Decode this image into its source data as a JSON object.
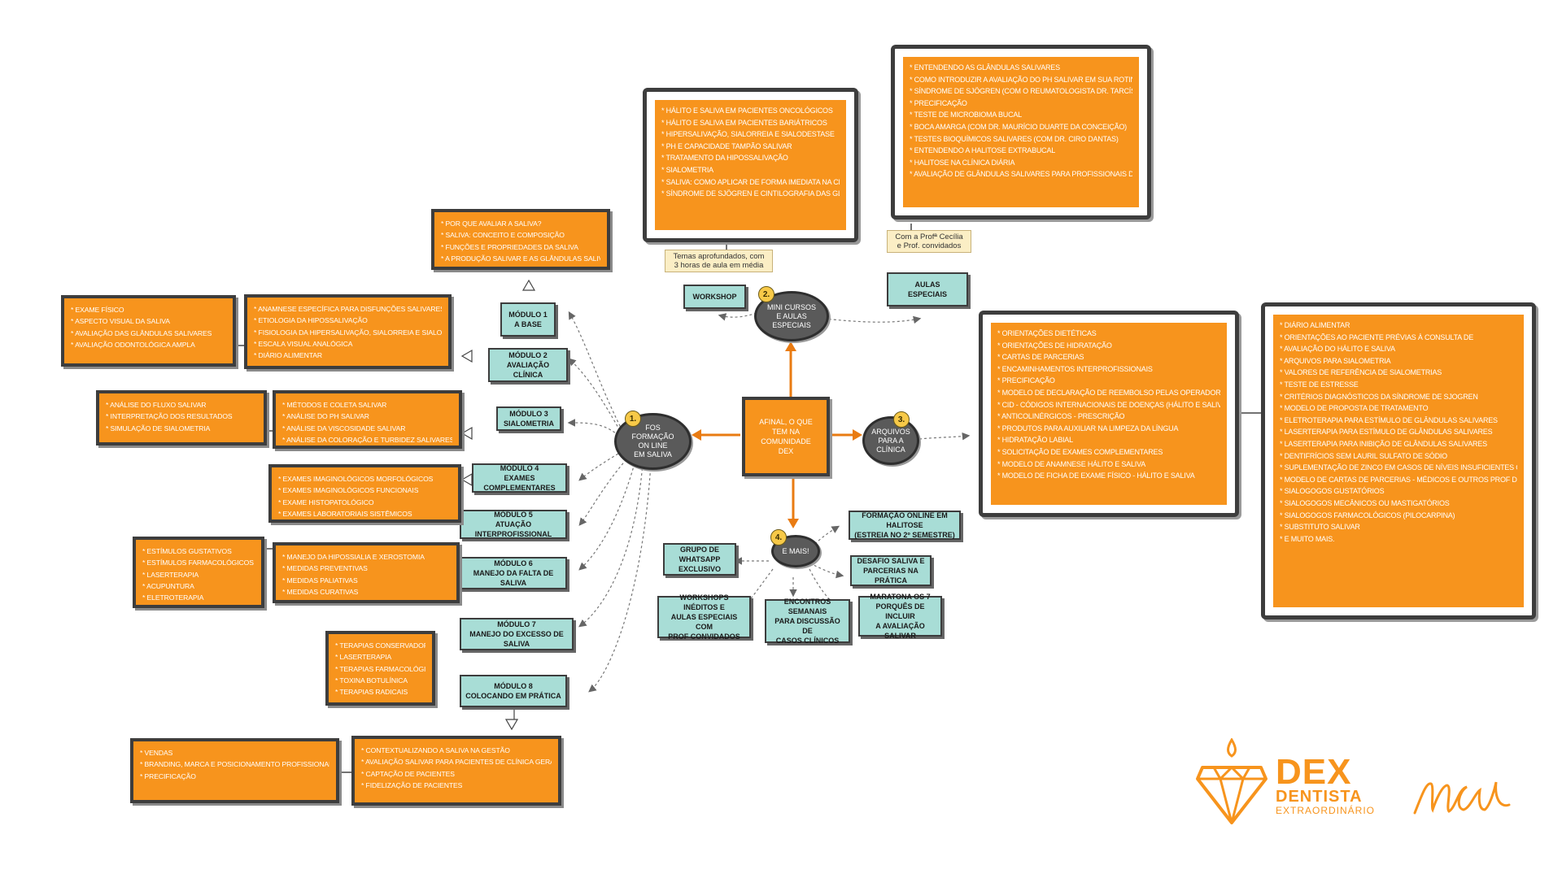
{
  "colors": {
    "orange": "#f7941d",
    "teal": "#a8ddd6",
    "dark": "#3d3d3d",
    "hub": "#5a5a5a"
  },
  "center": {
    "label": "AFINAL, O QUE\nTEM NA\nCOMUNIDADE\nDEX"
  },
  "hubs": {
    "hub1": {
      "num": "1.",
      "label": "FOS\nFORMAÇÃO\nON LINE\nEM SALIVA"
    },
    "hub2": {
      "num": "2.",
      "label": "MINI CURSOS\nE AULAS ESPECIAIS"
    },
    "hub3": {
      "num": "3.",
      "label": "ARQUIVOS\nPARA A\nCLÍNICA"
    },
    "hub4": {
      "num": "4.",
      "label": "E MAIS!"
    }
  },
  "modules": [
    {
      "label": "MÓDULO 1\nA BASE"
    },
    {
      "label": "MÓDULO 2\nAVALIAÇÃO CLÍNICA"
    },
    {
      "label": "MÓDULO 3\nSIALOMETRIA"
    },
    {
      "label": "MÓDULO 4\nEXAMES COMPLEMENTARES"
    },
    {
      "label": "MÓDULO 5\nATUAÇÃO INTERPROFISSIONAL"
    },
    {
      "label": "MÓDULO 6\nMANEJO DA FALTA DE SALIVA"
    },
    {
      "label": "MÓDULO 7\nMANEJO DO EXCESSO DE SALIVA"
    },
    {
      "label": "MÓDULO 8\nCOLOCANDO EM PRÁTICA"
    }
  ],
  "lists": {
    "m1": [
      "POR QUE AVALIAR A SALIVA?",
      "SALIVA: CONCEITO E COMPOSIÇÃO",
      "FUNÇÕES E PROPRIEDADES DA SALIVA",
      "A PRODUÇÃO SALIVAR E AS GLÂNDULAS SALIVARES"
    ],
    "m2a": [
      "ANAMNESE ESPECÍFICA PARA DISFUNÇÕES SALIVARES",
      "ETIOLOGIA DA HIPOSSALIVAÇÃO",
      "FISIOLOGIA DA HIPERSALIVAÇÃO, SIALORREIA E SIALODESTASE",
      "ESCALA VISUAL ANALÓGICA",
      "DIÁRIO ALIMENTAR"
    ],
    "m2b": [
      "EXAME FÍSICO",
      "ASPECTO VISUAL DA SALIVA",
      "AVALIAÇÃO DAS GLÂNDULAS SALIVARES",
      "AVALIAÇÃO ODONTOLÓGICA AMPLA"
    ],
    "m3a": [
      "MÉTODOS E COLETA SALIVAR",
      "ANÁLISE DO PH SALIVAR",
      "ANÁLISE DA VISCOSIDADE SALIVAR",
      "ANÁLISE DA COLORAÇÃO E TURBIDEZ SALIVARES"
    ],
    "m3b": [
      "ANÁLISE DO FLUXO SALIVAR",
      "INTERPRETAÇÃO DOS RESULTADOS",
      "SIMULAÇÃO DE SIALOMETRIA"
    ],
    "m4": [
      "EXAMES IMAGINOLÓGICOS MORFOLÓGICOS",
      "EXAMES IMAGINOLÓGICOS FUNCIONAIS",
      "EXAME HISTOPATOLÓGICO",
      "EXAMES LABORATORIAIS SISTÊMICOS"
    ],
    "m6a": [
      "MANEJO DA HIPOSSIALIA E XEROSTOMIA",
      "MEDIDAS PREVENTIVAS",
      "MEDIDAS PALIATIVAS",
      "MEDIDAS CURATIVAS"
    ],
    "m6b": [
      "ESTÍMULOS GUSTATIVOS",
      "ESTÍMULOS FARMACOLÓGICOS",
      "LASERTERAPIA",
      "ACUPUNTURA",
      "ELETROTERAPIA"
    ],
    "m7": [
      "TERAPIAS CONSERVADORAS",
      "LASERTERAPIA",
      "TERAPIAS FARMACOLÓGICAS",
      "TOXINA BOTULÍNICA",
      "TERAPIAS RADICAIS"
    ],
    "m8a": [
      "CONTEXTUALIZANDO A SALIVA NA GESTÃO",
      "AVALIAÇÃO SALIVAR PARA PACIENTES DE CLÍNICA GERAL",
      "CAPTAÇÃO DE PACIENTES",
      "FIDELIZAÇÃO DE PACIENTES"
    ],
    "m8b": [
      "VENDAS",
      "BRANDING, MARCA E POSICIONAMENTO PROFISSIONAL",
      "PRECIFICAÇÃO"
    ]
  },
  "workshop": {
    "label": "WORKSHOP",
    "note": "Temas aprofundados, com\n3 horas de aula em média",
    "items": [
      "HÁLITO E SALIVA EM PACIENTES ONCOLÓGICOS",
      "HÁLITO E SALIVA EM PACIENTES BARIÁTRICOS",
      "HIPERSALIVAÇÃO, SIALORREIA E SIALODESTASE",
      "PH E CAPACIDADE TAMPÃO SALIVAR",
      "TRATAMENTO DA HIPOSSALIVAÇÃO",
      "SIALOMETRIA",
      "SALIVA: COMO APLICAR DE FORMA IMEDIATA  NA CLÍNICA DIÁRIA",
      "SÍNDROME DE SJÖGREN E CINTILOGRAFIA DAS GLÂNDULAS SALIVARES"
    ]
  },
  "aulas": {
    "label": "AULAS\nESPECIAIS",
    "note": "Com a Profª Cecília\ne Prof. convidados",
    "items": [
      "ENTENDENDO AS GLÂNDULAS SALIVARES",
      "COMO INTRODUZIR A AVALIAÇÃO DO PH SALIVAR EM SUA ROTINA CLÍNICA",
      "SÍNDROME DE SJÖGREN (COM O REUMATOLOGISTA DR. TARCÍSIO MACHADO)",
      "PRECIFICAÇÃO",
      "TESTE DE MICROBIOMA BUCAL",
      "BOCA AMARGA (COM DR. MAURÍCIO DUARTE DA CONCEIÇÃO)",
      "TESTES BIOQUÍMICOS SALIVARES (COM DR. CIRO DANTAS)",
      "ENTENDENDO A HALITOSE EXTRABUCAL",
      "HALITOSE NA CLÍNICA DIÁRIA",
      "AVALIAÇÃO DE GLÂNDULAS SALIVARES PARA PROFISSIONAIS DE SAÚDE"
    ]
  },
  "arquivos1": [
    "ORIENTAÇÕES DIETÉTICAS",
    "ORIENTAÇÕES DE HIDRATAÇÃO",
    "CARTAS DE PARCERIAS",
    "ENCAMINHAMENTOS INTERPROFISSIONAIS",
    "PRECIFICAÇÃO",
    "MODELO DE DECLARAÇÃO DE REEMBOLSO PELAS OPERADORAS DE SAÚDE",
    "CID - CÓDIGOS INTERNACIONAIS DE DOENÇAS (HÁLITO E SALIVA)",
    "ANTICOLINÉRGICOS - PRESCRIÇÃO",
    "PRODUTOS PARA AUXILIAR NA LIMPEZA DA LÍNGUA",
    "HIDRATAÇÃO LABIAL",
    "SOLICITAÇÃO DE EXAMES COMPLEMENTARES",
    "MODELO DE ANAMNESE HÁLITO E SALIVA",
    "MODELO DE FICHA DE EXAME FÍSICO - HÁLITO E SALIVA"
  ],
  "arquivos2": [
    "DIÁRIO ALIMENTAR",
    "ORIENTAÇÕES AO PACIENTE PRÉVIAS À CONSULTA DE",
    "AVALIAÇÃO DO HÁLITO E SALIVA",
    "ARQUIVOS PARA SIALOMETRIA",
    "VALORES DE REFERÊNCIA DE SIALOMETRIAS",
    "TESTE DE ESTRESSE",
    "CRITÉRIOS DIAGNÓSTICOS DA SÍNDROME DE SJOGREN",
    "MODELO DE PROPOSTA DE TRATAMENTO",
    "ELETROTERAPIA PARA ESTÍMULO DE GLÂNDULAS SALIVARES",
    "LASERTERAPIA PARA ESTÍMULO DE GLÂNDULAS SALIVARES",
    "LASERTERAPIA PARA INIBIÇÃO DE GLÂNDULAS SALIVARES",
    "DENTIFRÍCIOS SEM LAURIL SULFATO DE SÓDIO",
    "SUPLEMENTAÇÃO DE ZINCO EM CASOS DE NÍVEIS INSUFICIENTES OU DISGEUSIA",
    "MODELO DE CARTAS DE PARCERIAS - MÉDICOS E OUTROS PROF DE SAÚDE",
    "SIALOGOGOS GUSTATÓRIOS",
    "SIALOGOGOS MECÂNICOS OU MASTIGATÓRIOS",
    "SIALOGOGOS FARMACOLÓGICOS (PILOCARPINA)",
    "SUBSTITUTO SALIVAR",
    "E MUITO MAIS."
  ],
  "extras": [
    {
      "label": "FORMAÇÃO ONLINE EM HALITOSE\n(ESTREIA NO 2º SEMESTRE)"
    },
    {
      "label": "DESAFIO SALIVA E\nPARCERIAS NA PRÁTICA"
    },
    {
      "label": "MARATONA OS 7\nPORQUÊS DE INCLUIR\nA  AVALIAÇÃO SALIVAR"
    },
    {
      "label": "ENCONTROS SEMANAIS\nPARA DISCUSSÃO DE\nCASOS CLÍNICOS"
    },
    {
      "label": "WORKSHOPS INÉDITOS E\nAULAS ESPECIAIS COM\nPROF CONVIDADOS"
    },
    {
      "label": "GRUPO DE WHATSAPP\nEXCLUSIVO"
    }
  ],
  "brand": {
    "dex": "DEX",
    "dentista": "DENTISTA",
    "extra": "EXTRAORDINÁRIO",
    "mc": "MCA"
  }
}
